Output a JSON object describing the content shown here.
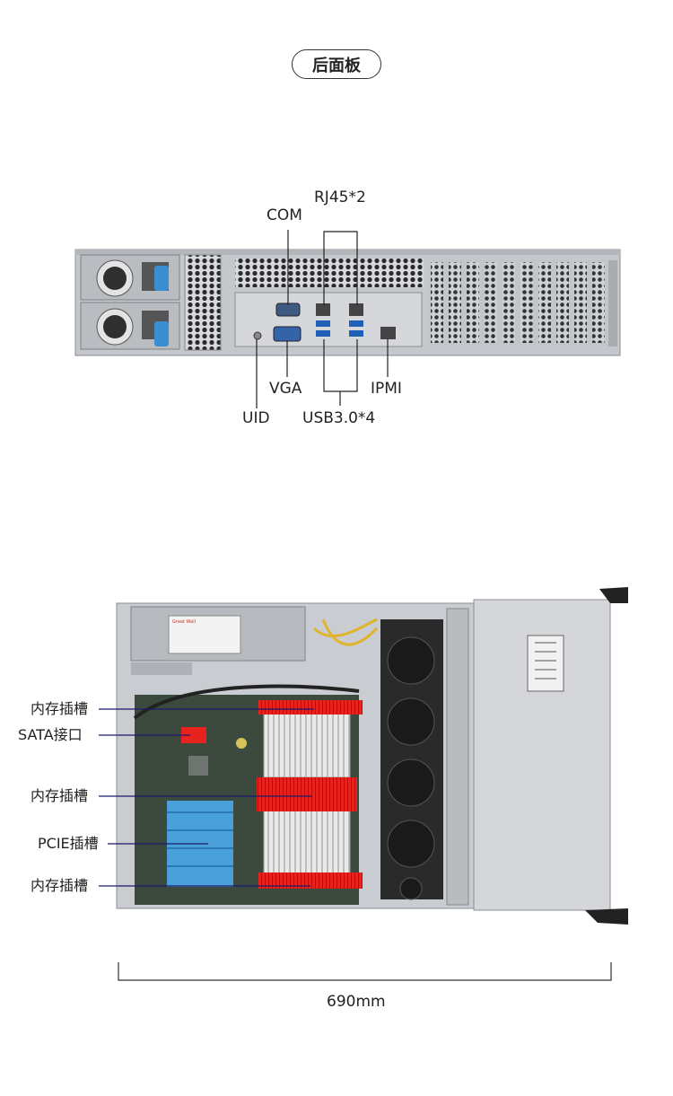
{
  "rear_panel": {
    "title": "后面板",
    "labels": {
      "rj45": "RJ45*2",
      "com": "COM",
      "vga": "VGA",
      "ipmi": "IPMI",
      "uid": "UID",
      "usb": "USB3.0*4"
    }
  },
  "internal_view": {
    "callouts": {
      "memory_slot_1": "内存插槽",
      "sata": "SATA接口",
      "memory_slot_2": "内存插槽",
      "pcie": "PCIE插槽",
      "memory_slot_3": "内存插槽"
    },
    "dimension": "690mm",
    "brand_label": "Great Wall"
  },
  "colors": {
    "chassis": "#c9ccd0",
    "memory_highlight": "#e8231f",
    "pcie_highlight": "#4aa0d8",
    "callout_line": "#1a1a6e"
  }
}
